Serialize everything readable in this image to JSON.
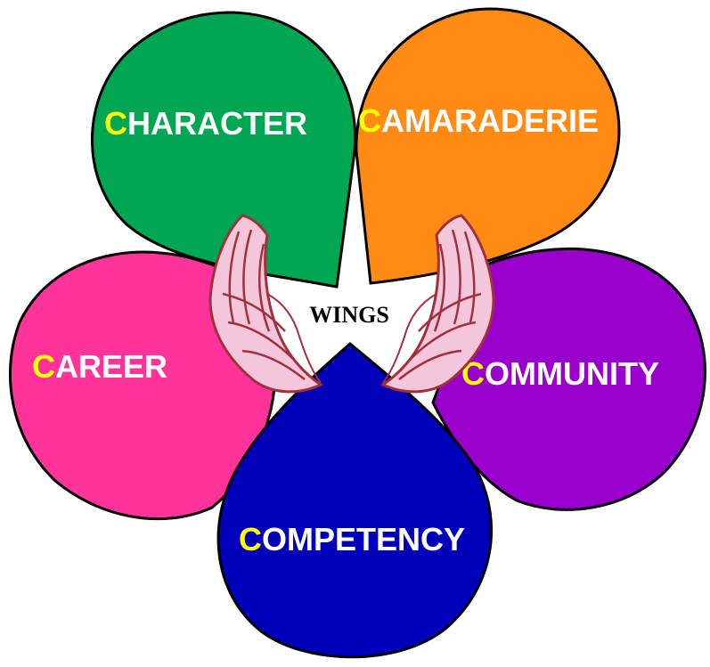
{
  "center": {
    "label": "WINGS"
  },
  "petals": [
    {
      "id": "character",
      "first": "C",
      "rest": "HARACTER",
      "color": "#00a651"
    },
    {
      "id": "camaraderie",
      "first": "C",
      "rest": "AMARADERIE",
      "color": "#ff8a14"
    },
    {
      "id": "career",
      "first": "C",
      "rest": "AREER",
      "color": "#ff3399"
    },
    {
      "id": "community",
      "first": "C",
      "rest": "OMMUNITY",
      "color": "#9900cc"
    },
    {
      "id": "competency",
      "first": "C",
      "rest": "OMPETENCY",
      "color": "#0000bb"
    }
  ],
  "colors": {
    "highlight": "#ffff00",
    "text": "#ffffff",
    "outline": "#000000",
    "wing": "#a0303a",
    "wing_fill": "#f4c6dc"
  },
  "icons": [
    "wing-left-icon",
    "wing-right-icon"
  ]
}
